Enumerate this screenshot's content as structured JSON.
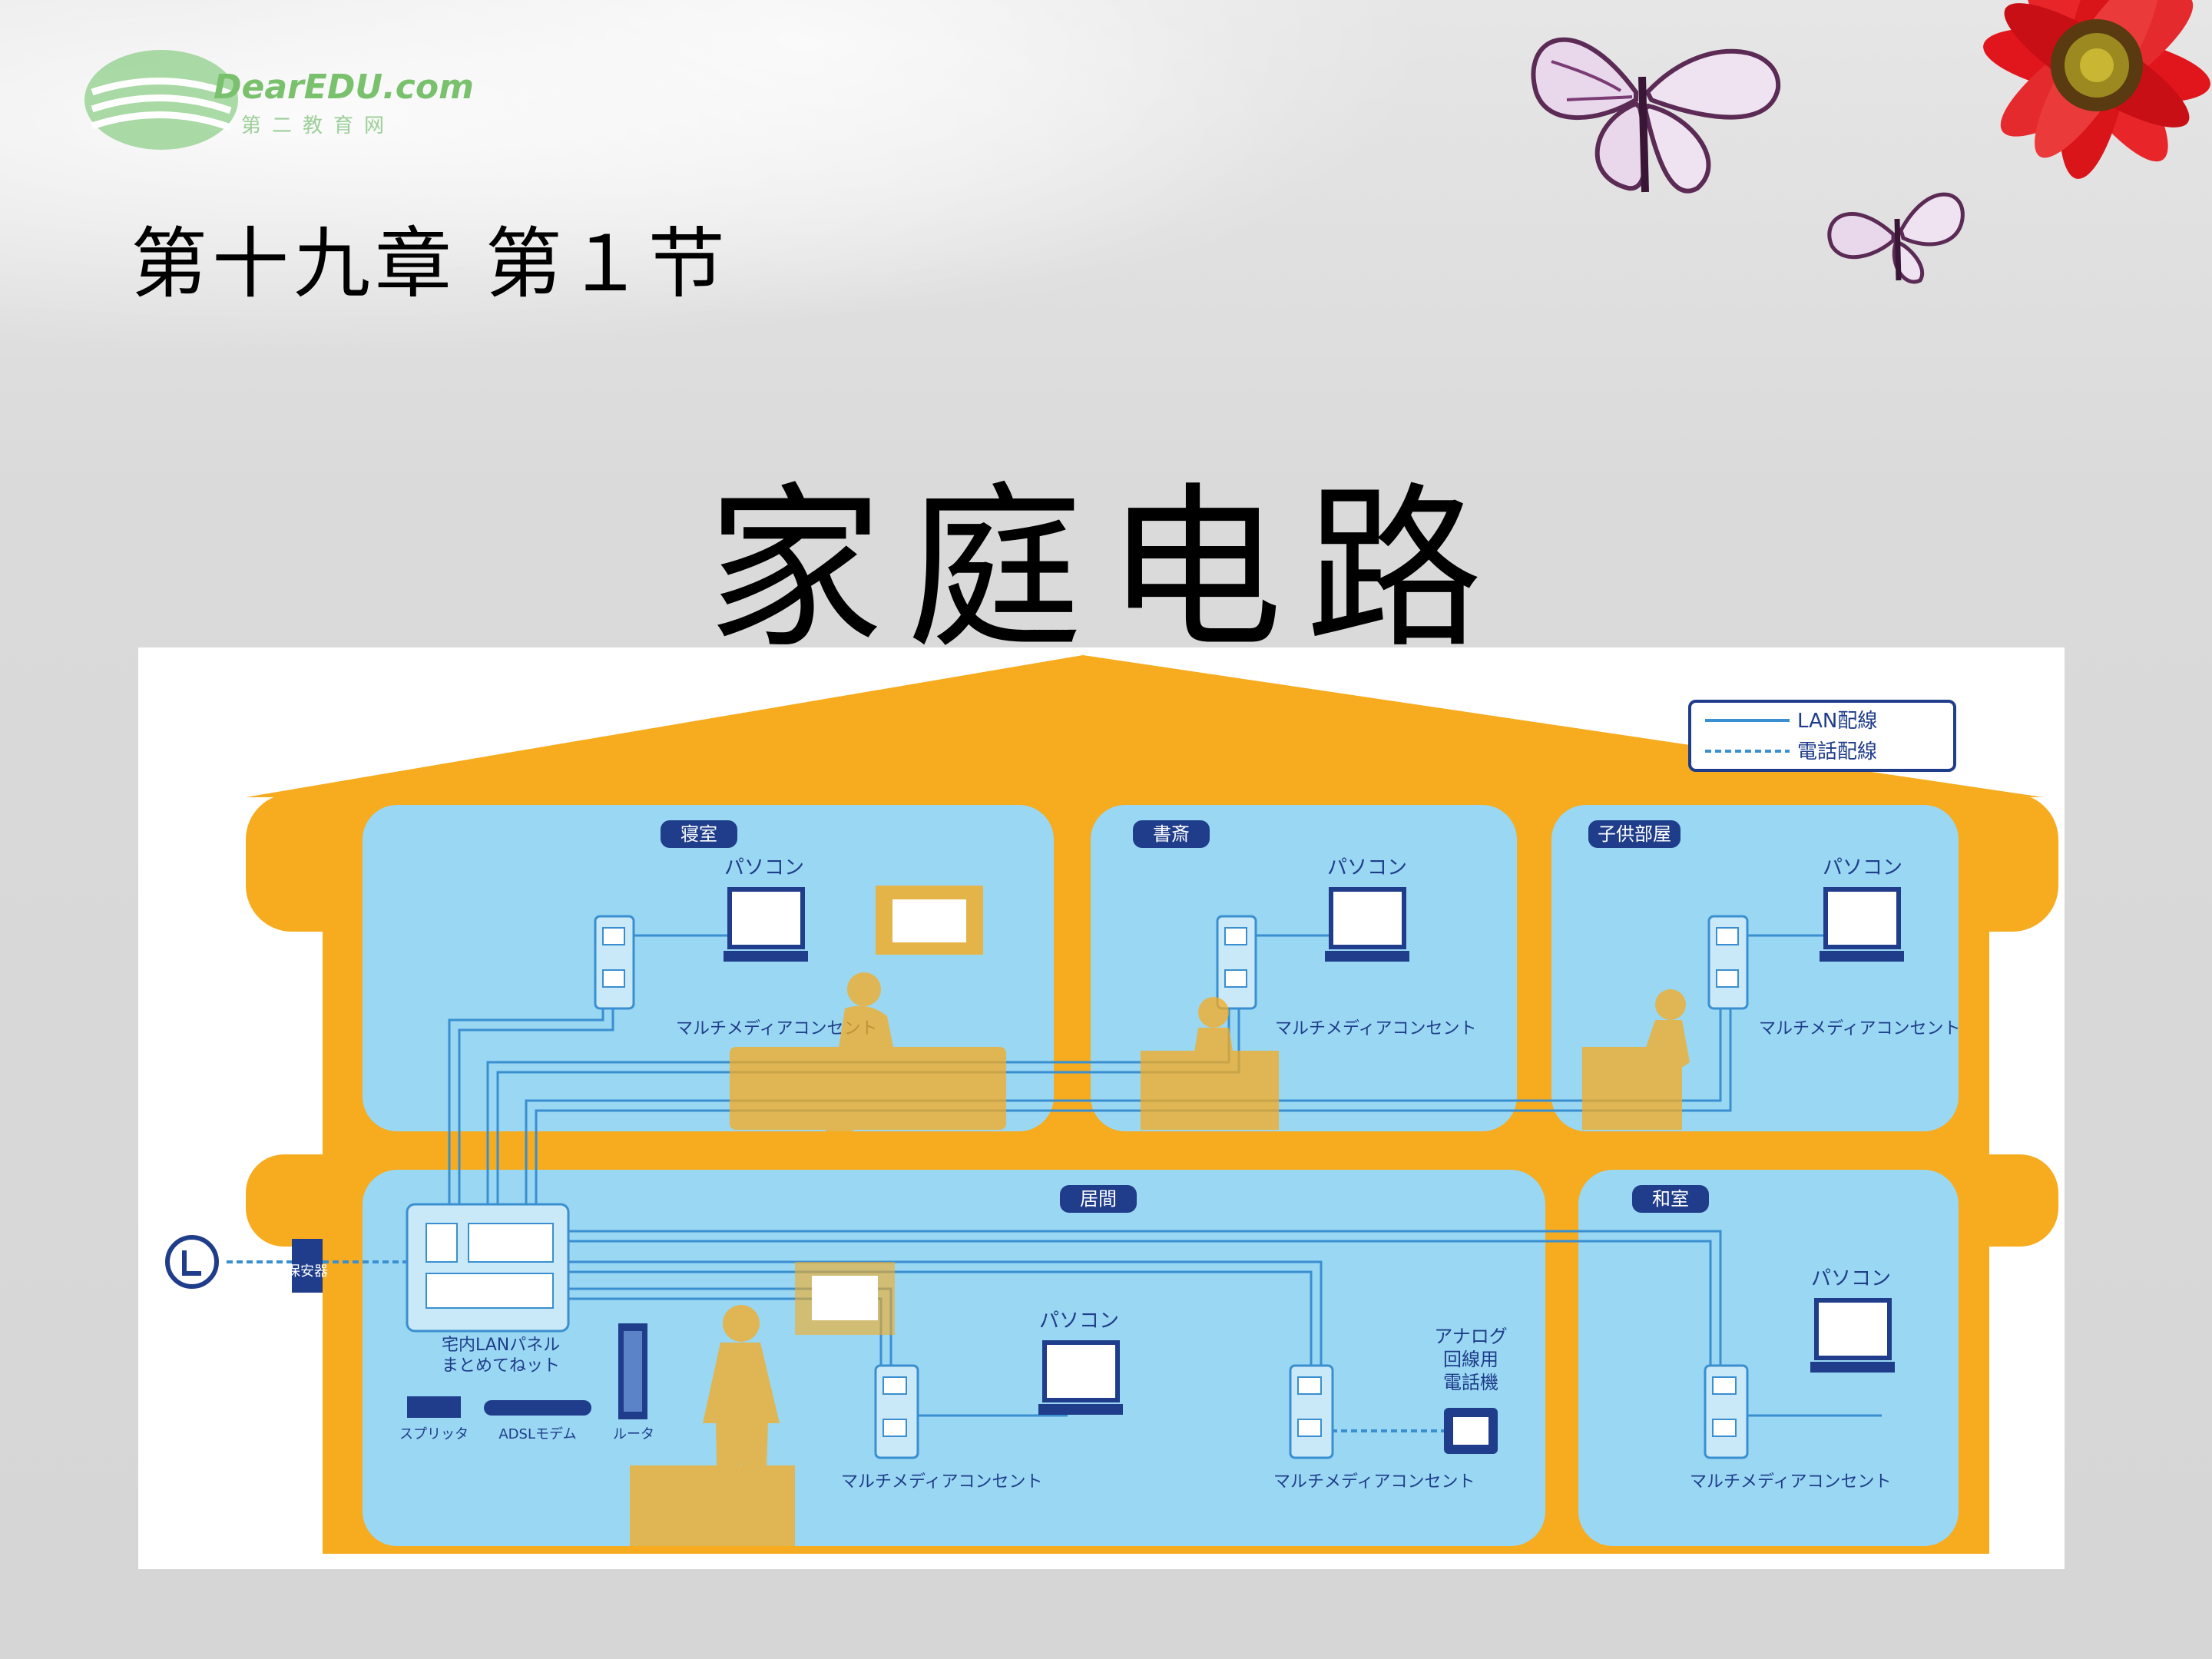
{
  "logo": {
    "text": "DearEDU.com",
    "subtext": "第二教育网"
  },
  "chapter": "第十九章  第１节",
  "title": "家庭电路",
  "diagram": {
    "legend": {
      "lan": "LAN配線",
      "phone": "電話配線"
    },
    "rooms": {
      "bedroom": "寝室",
      "study": "書斎",
      "kids": "子供部屋",
      "living": "居間",
      "japanese": "和室"
    },
    "pc_label": "パソコン",
    "outlet_label": "マルチメディアコンセント",
    "panel_label": [
      "宅内LANパネル",
      "まとめてねット"
    ],
    "splitter": "スプリッタ",
    "modem": "ADSLモデム",
    "router": "ルータ",
    "phone_label": [
      "アナログ",
      "回線用",
      "電話機"
    ],
    "entry": "保安器"
  },
  "colors": {
    "roof": "#f7ab1e",
    "room": "#99d7f3",
    "line": "#3a8fd0"
  }
}
